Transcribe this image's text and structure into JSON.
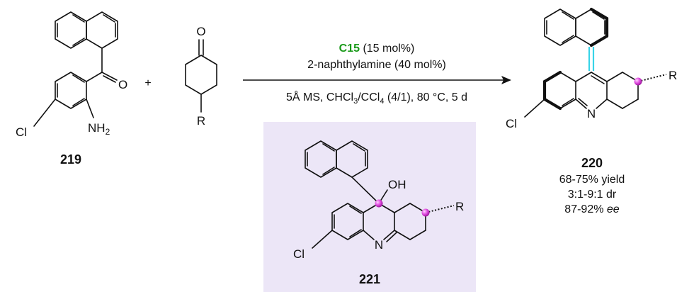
{
  "compound_219": {
    "id": "219",
    "atoms": {
      "oxygen": "O",
      "cl": "Cl",
      "nh2_n": "NH",
      "nh2_sub": "2"
    }
  },
  "plus_sign": "+",
  "ketone": {
    "oxygen": "O",
    "r": "R"
  },
  "conditions": {
    "catalyst": "C15",
    "catalyst_suffix": " (15 mol%)",
    "cocatalyst": "2-naphthylamine (40 mol%)",
    "line3": {
      "p1": "5Å MS, CHCl",
      "s1": "3",
      "p2": "/CCl",
      "s2": "4",
      "p3": " (4/1), 80 °C, 5 d"
    }
  },
  "compound_221": {
    "id": "221",
    "atoms": {
      "oh": "OH",
      "r": "R",
      "cl": "Cl",
      "n": "N"
    }
  },
  "compound_220": {
    "id": "220",
    "atoms": {
      "r": "R",
      "cl": "Cl",
      "n": "N"
    },
    "results": {
      "yield": "68-75% yield",
      "dr": "3:1-9:1 dr",
      "ee_value": "87-92% ",
      "ee_unit": "ee"
    }
  },
  "colors": {
    "catalyst": "#1a9a1a",
    "intermediate_box": "#ece6f7",
    "stereocenter": "#e04ee0",
    "axis_bond": "#38d4e8"
  }
}
